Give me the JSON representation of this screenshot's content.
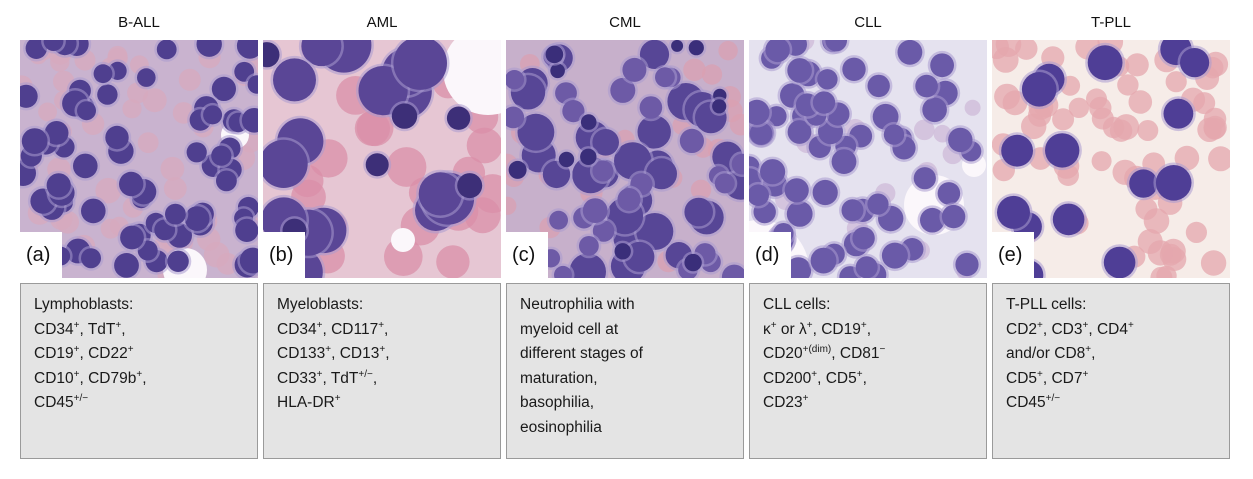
{
  "panels": [
    {
      "title": "B-ALL",
      "letter": "(a)",
      "lines": [
        [
          "Lymphoblasts:"
        ],
        [
          "CD34",
          "+",
          ", TdT",
          "+",
          ","
        ],
        [
          "CD19",
          "+",
          ", CD22",
          "+"
        ],
        [
          "CD10",
          "+",
          ", CD79b",
          "+",
          ","
        ],
        [
          "CD45",
          "+/−"
        ]
      ]
    },
    {
      "title": "AML",
      "letter": "(b)",
      "lines": [
        [
          "Myeloblasts:"
        ],
        [
          "CD34",
          "+",
          ", CD117",
          "+",
          ","
        ],
        [
          "CD133",
          "+",
          ", CD13",
          "+",
          ","
        ],
        [
          "CD33",
          "+",
          ", TdT",
          "+/−",
          ","
        ],
        [
          "HLA-DR",
          "+"
        ]
      ]
    },
    {
      "title": "CML",
      "letter": "(c)",
      "lines": [
        [
          "Neutrophilia with"
        ],
        [
          "myeloid cell at"
        ],
        [
          "different stages of"
        ],
        [
          "maturation,"
        ],
        [
          "basophilia,"
        ],
        [
          "eosinophilia"
        ]
      ]
    },
    {
      "title": "CLL",
      "letter": "(d)",
      "lines": [
        [
          "CLL cells:"
        ],
        [
          "κ",
          "+",
          " or λ",
          "+",
          ", CD19",
          "+",
          ","
        ],
        [
          "CD20",
          "+(dim)",
          ", CD81",
          "−"
        ],
        [
          "CD200",
          "+",
          ", CD5",
          "+",
          ","
        ],
        [
          "CD23",
          "+"
        ]
      ]
    },
    {
      "title": "T-PLL",
      "letter": "(e)",
      "lines": [
        [
          "T-PLL cells:"
        ],
        [
          "CD2",
          "+",
          ", CD3",
          "+",
          ", CD4",
          "+"
        ],
        [
          "and/or CD8",
          "+",
          ","
        ],
        [
          "CD5",
          "+",
          ", CD7",
          "+"
        ],
        [
          "CD45",
          "+/−"
        ]
      ]
    }
  ],
  "colors": {
    "title_text": "#111111",
    "box_fill": "#e4e4e4",
    "box_border": "#9a9a9a",
    "letter_bg": "#ffffff",
    "stain_purple": "#5a4a9a",
    "rbc_pink": "#e8a6b4",
    "bg_pale": "#f3e6ee"
  }
}
